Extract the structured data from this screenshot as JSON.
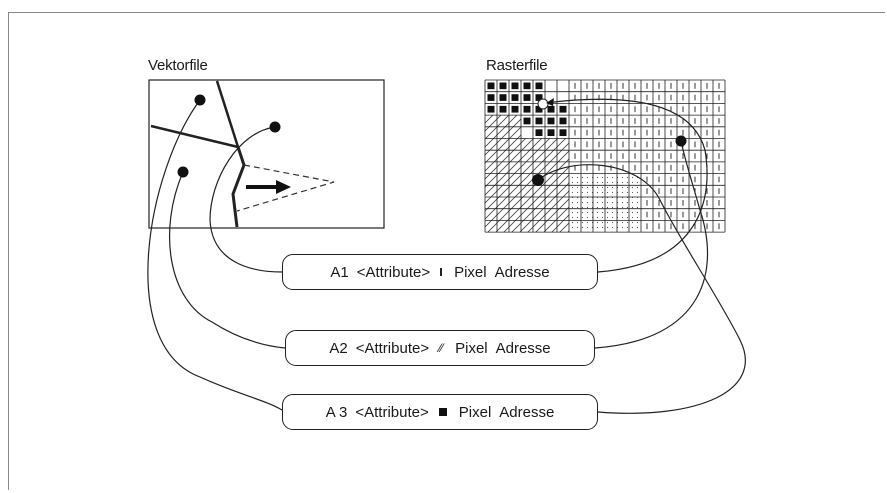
{
  "labels": {
    "vector": "Vektorfile",
    "raster": "Rasterfile"
  },
  "records": [
    {
      "name": "A1",
      "attr": "<Attribute>",
      "symbol": "tick-icon",
      "pixel": "Pixel",
      "address": "Adresse"
    },
    {
      "name": "A2",
      "attr": "<Attribute>",
      "symbol": "hatch-icon",
      "pixel": "Pixel",
      "address": "Adresse"
    },
    {
      "name": "A 3",
      "attr": "<Attribute>",
      "symbol": "square-icon",
      "pixel": "Pixel",
      "address": "Adresse"
    }
  ],
  "colors": {
    "ink": "#1a1a1a",
    "paper": "#ffffff"
  }
}
